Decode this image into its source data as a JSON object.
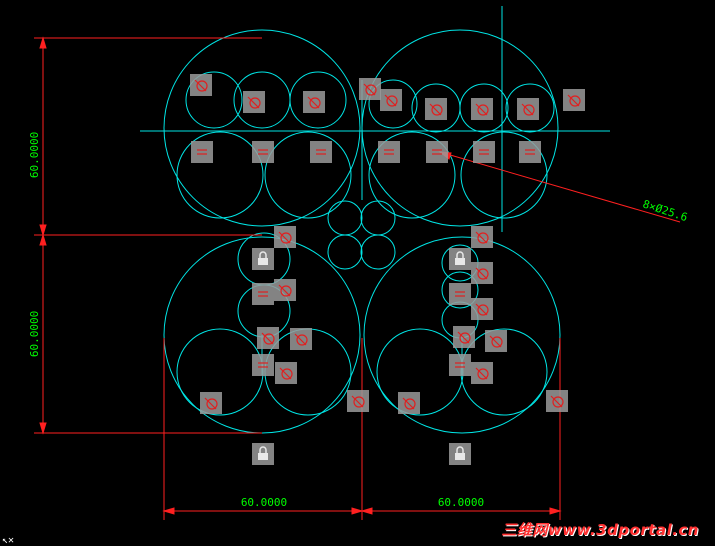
{
  "dimensions": {
    "left_upper": "60.0000",
    "left_lower": "60.0000",
    "bottom_left": "60.0000",
    "bottom_right": "60.0000",
    "leader_note": "8×Ø25.6"
  },
  "watermark": "三维网www.3dportal.cn",
  "colors": {
    "geometry": "#00e5e5",
    "dimension": "#ff2020",
    "dimension_text": "#00ff00",
    "marker": "#9a9a9a",
    "background": "#000000"
  }
}
